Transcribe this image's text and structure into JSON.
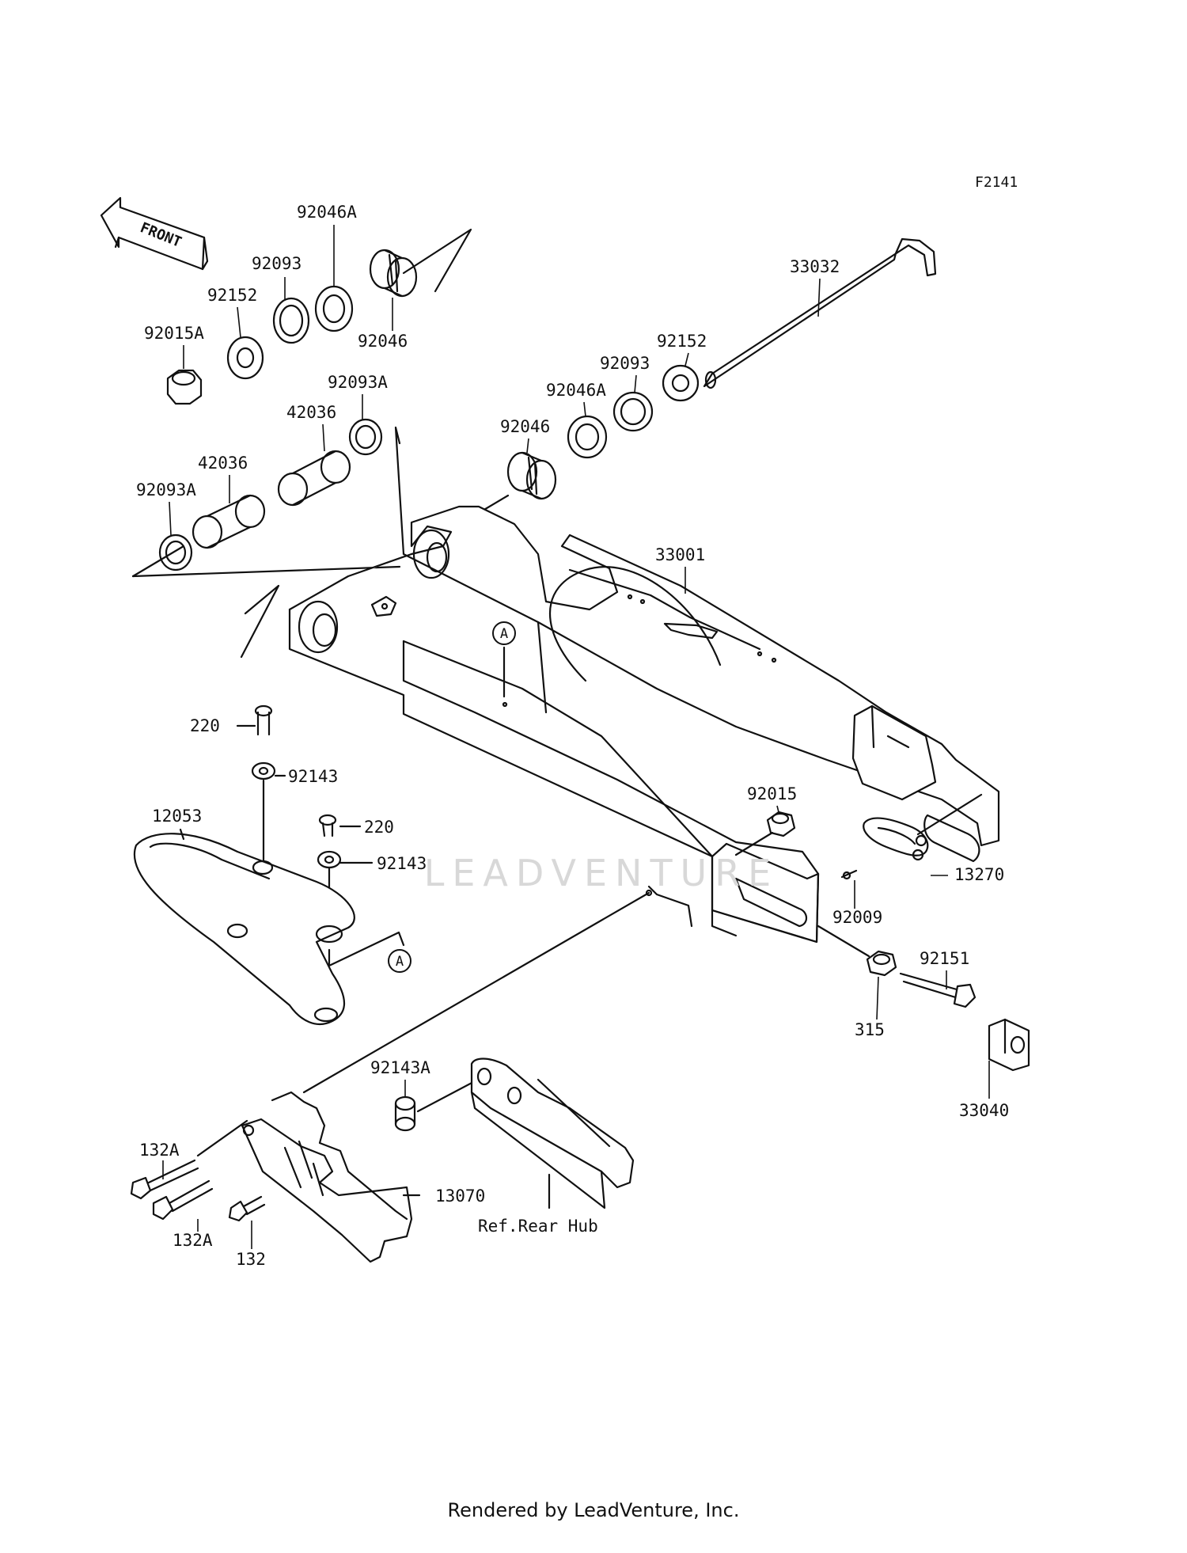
{
  "figure_code": "F2141",
  "front_badge": "FRONT",
  "watermark": "LEADVENTURE",
  "footer": "Rendered by LeadVenture, Inc.",
  "callout_ref": "A",
  "labels": {
    "l_92046A_top": "92046A",
    "l_92093_top": "92093",
    "l_92152_top": "92152",
    "l_92015A": "92015A",
    "l_92046_top": "92046",
    "l_92093A_top": "92093A",
    "l_42036_upper": "42036",
    "l_42036_lower": "42036",
    "l_92093A_lower": "92093A",
    "l_33032": "33032",
    "l_92152_right": "92152",
    "l_92093_right": "92093",
    "l_92046A_right": "92046A",
    "l_92046_right": "92046",
    "l_33001": "33001",
    "l_220_top": "220",
    "l_92143_top": "92143",
    "l_12053": "12053",
    "l_220_mid": "220",
    "l_92143_mid": "92143",
    "l_92015": "92015",
    "l_13270": "13270",
    "l_92009": "92009",
    "l_92151": "92151",
    "l_315": "315",
    "l_33040": "33040",
    "l_92143A": "92143A",
    "l_132A_top": "132A",
    "l_132A_bottom": "132A",
    "l_132": "132",
    "l_13070": "13070",
    "l_ref_rear_hub": "Ref.Rear Hub"
  }
}
